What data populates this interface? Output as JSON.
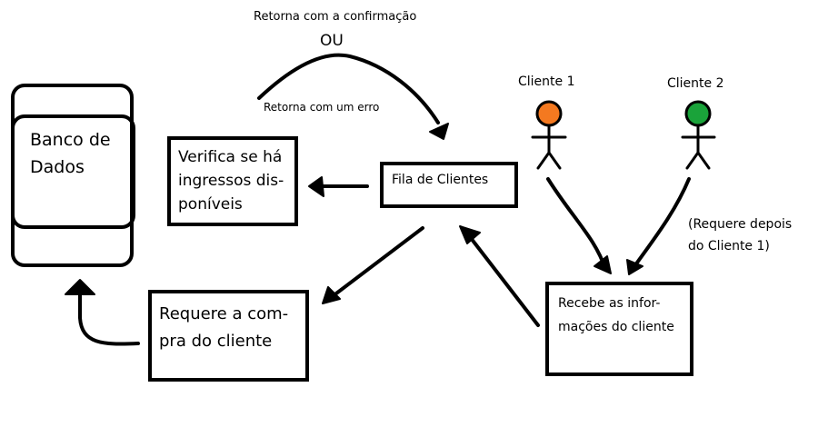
{
  "diagram": {
    "nodes": {
      "database": {
        "lines": [
          "Banco de",
          "Dados"
        ]
      },
      "check_tickets": {
        "lines": [
          "Verifica se há",
          "ingressos dis-",
          "poníveis"
        ]
      },
      "client_queue": {
        "lines": [
          "Fila de Clientes"
        ]
      },
      "purchase_request": {
        "lines": [
          "Requere a com-",
          "pra do cliente"
        ]
      },
      "receive_info": {
        "lines": [
          "Recebe as infor-",
          "mações do cliente"
        ]
      }
    },
    "actors": {
      "client1": {
        "label": "Cliente 1",
        "color": "#f47920"
      },
      "client2": {
        "label": "Cliente 2",
        "color": "#1aa33a"
      }
    },
    "annotations": {
      "return_confirmation": "Retorna com a confirmação",
      "or": "OU",
      "return_error": "Retorna com um erro",
      "client2_note": {
        "lines": [
          "(Requere depois",
          "do Cliente 1)"
        ]
      }
    }
  }
}
